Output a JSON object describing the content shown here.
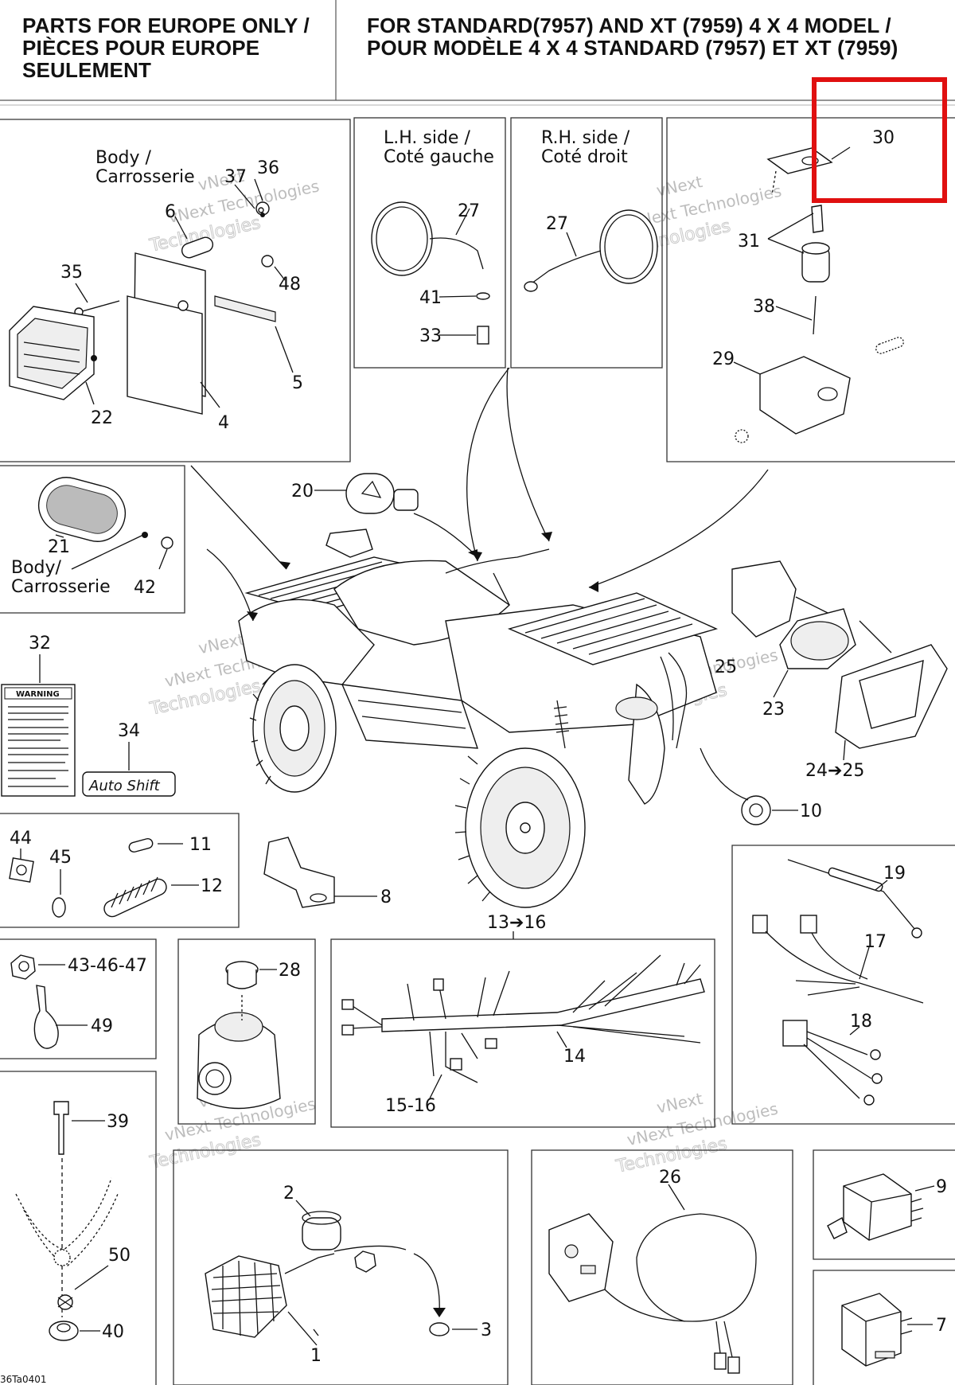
{
  "header": {
    "left": [
      "PARTS FOR EUROPE ONLY /",
      "PIÈCES POUR EUROPE",
      "SEULEMENT"
    ],
    "right": [
      "FOR STANDARD(7957) AND XT (7959) 4 X 4 MODEL /",
      "POUR MODÈLE 4 X 4 STANDARD (7957) ET XT (7959)"
    ]
  },
  "captions": {
    "body_top": [
      "Body /",
      "Carrosserie"
    ],
    "lh_side": [
      "L.H. side /",
      "Coté gauche"
    ],
    "rh_side": [
      "R.H. side /",
      "Coté droit"
    ],
    "body_left": [
      "Body/",
      "Carrosserie"
    ]
  },
  "watermark": [
    "vNext",
    "vNext Technologies",
    "Technologies"
  ],
  "decal": {
    "warning": "WARNING",
    "autoshift": "Auto Shift"
  },
  "callouts": {
    "c30": "30",
    "c31": "31",
    "c38": "38",
    "c29": "29",
    "c36": "36",
    "c37": "37",
    "c6": "6",
    "c48": "48",
    "c35": "35",
    "c5": "5",
    "c22": "22",
    "c4": "4",
    "c27a": "27",
    "c41": "41",
    "c33": "33",
    "c27b": "27",
    "c20": "20",
    "c21": "21",
    "c42": "42",
    "c32": "32",
    "c34": "34",
    "c25": "25",
    "c23": "23",
    "c2425": "24➔25",
    "c10": "10",
    "c44": "44",
    "c45": "45",
    "c11": "11",
    "c12": "12",
    "c8": "8",
    "c4347": "43-46-47",
    "c49": "49",
    "c28": "28",
    "c1316": "13➔16",
    "c14": "14",
    "c1516": "15-16",
    "c19": "19",
    "c17": "17",
    "c18": "18",
    "c39": "39",
    "c50": "50",
    "c40": "40",
    "c2": "2",
    "c1": "1",
    "c3": "3",
    "c26": "26",
    "c9": "9",
    "c7": "7"
  },
  "figure_code": "36Ta0401",
  "highlight_color": "#e01010"
}
